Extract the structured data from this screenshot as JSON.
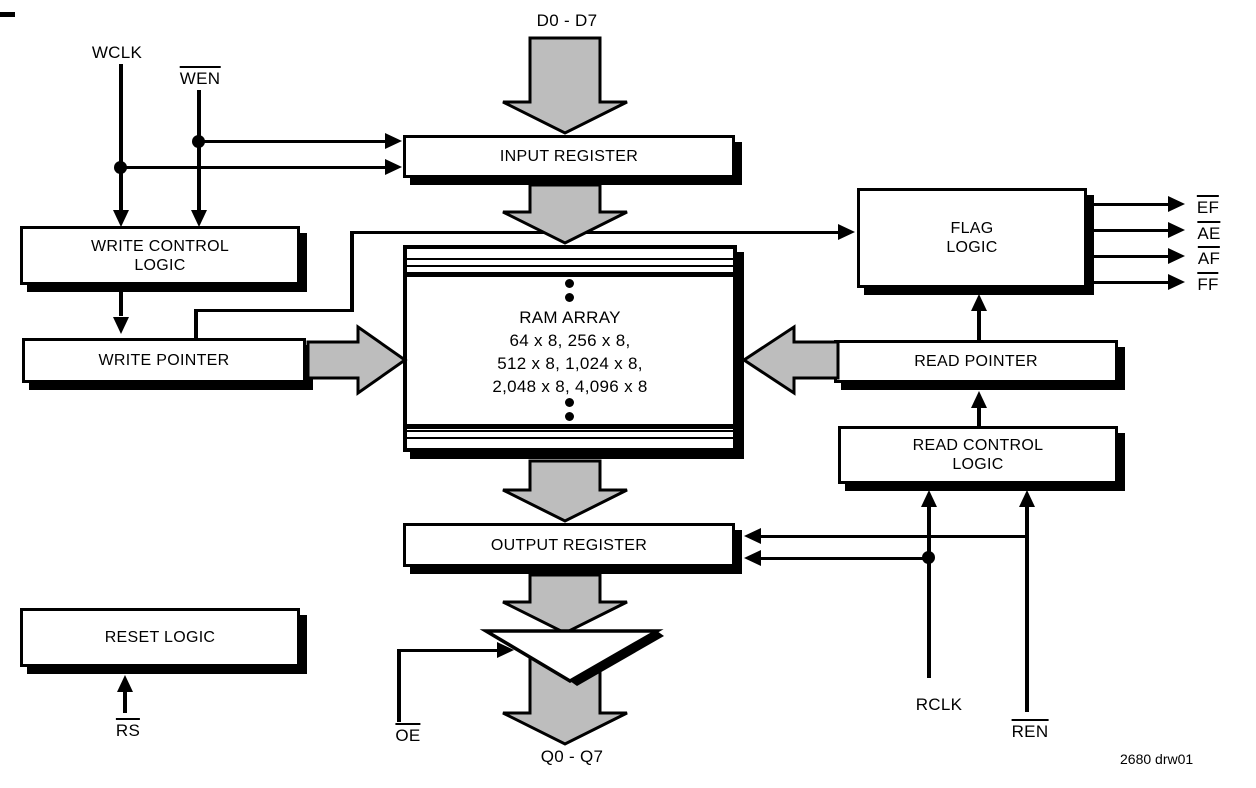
{
  "diagram": {
    "background": "#ffffff",
    "line_color": "#000000",
    "arrow_fill": "#bdbdbd",
    "blocks": {
      "input_register": "INPUT REGISTER",
      "write_control_logic": [
        "WRITE CONTROL",
        "LOGIC"
      ],
      "write_pointer": "WRITE POINTER",
      "ram_array": [
        "RAM ARRAY",
        "64 x 8, 256 x 8,",
        "512 x 8, 1,024 x 8,",
        "2,048 x 8, 4,096 x 8"
      ],
      "flag_logic": [
        "FLAG",
        "LOGIC"
      ],
      "read_pointer": "READ POINTER",
      "read_control_logic": [
        "READ CONTROL",
        "LOGIC"
      ],
      "output_register": "OUTPUT REGISTER",
      "reset_logic": "RESET LOGIC"
    },
    "signals": {
      "wclk": "WCLK",
      "wen": "WEN",
      "data_in": "D0 - D7",
      "empty_flag": "EF",
      "almost_empty_flag": "AE",
      "almost_full_flag": "AF",
      "full_flag": "FF",
      "rclk": "RCLK",
      "ren": "REN",
      "oe": "OE",
      "rs": "RS",
      "data_out": "Q0 - Q7"
    },
    "footer": {
      "drawing_number": "2680 drw01"
    }
  }
}
